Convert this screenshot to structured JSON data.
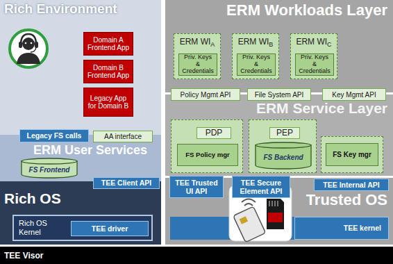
{
  "diagram": {
    "nodes": [
      {
        "text": [
          "Rich Environment"
        ]
      },
      {
        "text": [
          "Domain A Frontend App"
        ],
        "in": 0
      },
      {
        "text": [
          "Domain B Frontend App"
        ],
        "in": 0
      },
      {
        "text": [
          "Legacy App for Domain B"
        ],
        "in": 0
      },
      {
        "text": [
          "ERM User Services"
        ]
      },
      {
        "text": [
          "Legacy FS calls"
        ],
        "in": 4
      },
      {
        "text": [
          "AA interface"
        ],
        "in": 4
      },
      {
        "text": [
          "FS Frontend"
        ],
        "in": 4
      },
      {
        "text": [
          "Rich OS"
        ]
      },
      {
        "text": [
          "TEE Client API"
        ],
        "in": 8
      },
      {
        "text": [
          "Rich OS Kernel"
        ],
        "in": 8
      },
      {
        "text": [
          "TEE driver"
        ],
        "in": 10
      },
      {
        "text": [
          "ERM Workloads Layer"
        ]
      },
      {
        "text": [
          "ERM WI",
          "A"
        ],
        "in": 12
      },
      {
        "text": [
          "Priv. Keys & Credentials"
        ],
        "in": 13
      },
      {
        "text": [
          "ERM WI",
          "B"
        ],
        "in": 12
      },
      {
        "text": [
          "Priv. Keys & Credentials"
        ],
        "in": 15
      },
      {
        "text": [
          "ERM WI",
          "C"
        ],
        "in": 12
      },
      {
        "text": [
          "Priv. Keys & Credentials"
        ],
        "in": 17
      },
      {
        "text": [
          "ERM Service Layer"
        ]
      },
      {
        "text": [
          "Policy Mgmt API"
        ],
        "in": 19
      },
      {
        "text": [
          "File System API"
        ],
        "in": 19
      },
      {
        "text": [
          "Key Mgmt API"
        ],
        "in": 19
      },
      {
        "text": [
          "PDP"
        ],
        "in": 19
      },
      {
        "text": [
          "FS Policy mgr"
        ],
        "in": 23
      },
      {
        "text": [
          "PEP"
        ],
        "in": 19
      },
      {
        "text": [
          "FS Backend"
        ],
        "in": 25
      },
      {
        "text": [
          "FS Key mgr"
        ],
        "in": 19
      },
      {
        "text": [
          "Trusted OS"
        ]
      },
      {
        "text": [
          "TEE Trusted UI API"
        ],
        "in": 28
      },
      {
        "text": [
          "TEE Secure Element API"
        ],
        "in": 28
      },
      {
        "text": [
          "TEE Internal API"
        ],
        "in": 28
      },
      {
        "text": [
          "TEE kernel"
        ],
        "in": 28
      },
      {
        "text": [
          "TEE Visor"
        ]
      }
    ]
  }
}
